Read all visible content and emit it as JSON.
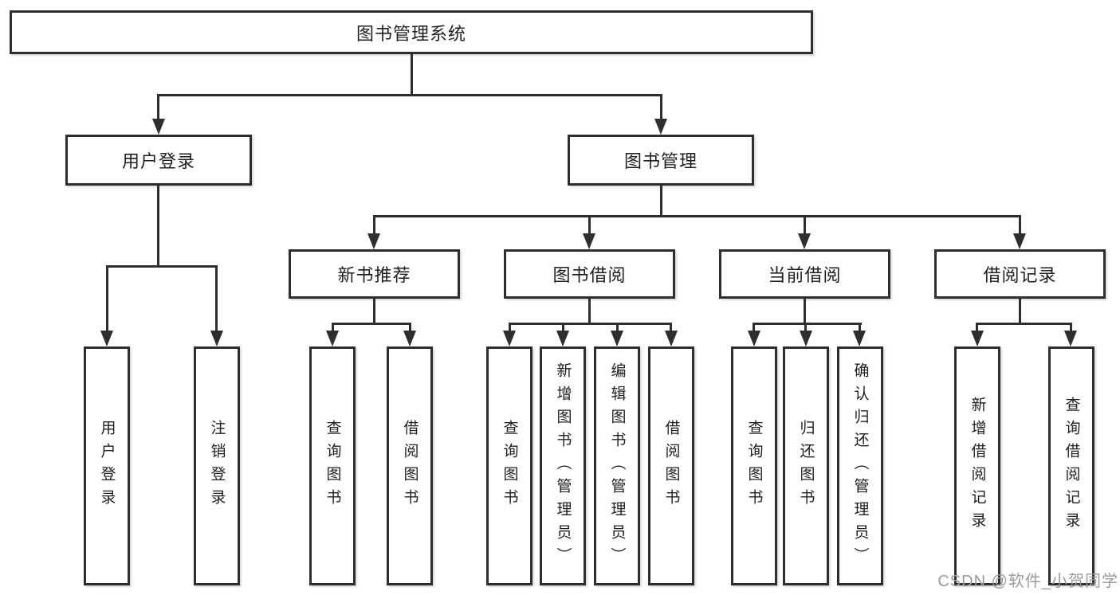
{
  "diagram": {
    "title": "图书管理系统",
    "level2": [
      {
        "label": "用户登录"
      },
      {
        "label": "图书管理"
      }
    ],
    "level3": [
      {
        "label": "新书推荐",
        "parent": "图书管理"
      },
      {
        "label": "图书借阅",
        "parent": "图书管理"
      },
      {
        "label": "当前借阅",
        "parent": "图书管理"
      },
      {
        "label": "借阅记录",
        "parent": "图书管理"
      }
    ],
    "leaves": [
      {
        "label": "用户登录",
        "parent": "用户登录"
      },
      {
        "label": "注销登录",
        "parent": "用户登录"
      },
      {
        "label": "查询图书",
        "parent": "新书推荐"
      },
      {
        "label": "借阅图书",
        "parent": "新书推荐"
      },
      {
        "label": "查询图书",
        "parent": "图书借阅"
      },
      {
        "label": "新增图书（管理员）",
        "parent": "图书借阅"
      },
      {
        "label": "编辑图书（管理员）",
        "parent": "图书借阅"
      },
      {
        "label": "借阅图书",
        "parent": "图书借阅"
      },
      {
        "label": "查询图书",
        "parent": "当前借阅"
      },
      {
        "label": "归还图书",
        "parent": "当前借阅"
      },
      {
        "label": "确认归还（管理员）",
        "parent": "当前借阅"
      },
      {
        "label": "新增借阅记录",
        "parent": "借阅记录"
      },
      {
        "label": "查询借阅记录",
        "parent": "借阅记录"
      }
    ]
  },
  "watermark": {
    "text": "CSDN @软件_小贺同学"
  },
  "colors": {
    "line": "#2e2e2e",
    "text": "#1f1f1f",
    "watermark": "#9b9b9b",
    "background": "#ffffff"
  }
}
